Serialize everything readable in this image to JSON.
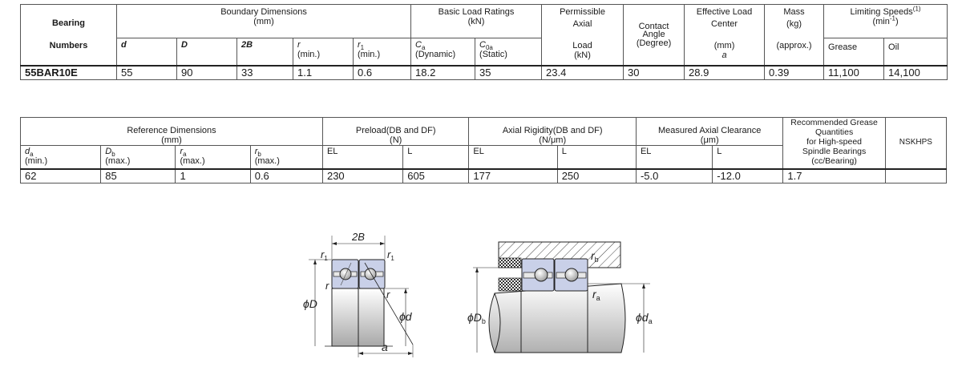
{
  "table1": {
    "headers": {
      "bearing_numbers_line1": "Bearing",
      "bearing_numbers_line2": "Numbers",
      "boundary_dimensions": "Boundary Dimensions",
      "boundary_unit": "(mm)",
      "d": "d",
      "D": "D",
      "2B": "2B",
      "r": "r",
      "r_min": "(min.)",
      "r1": "r",
      "r1_sub": "1",
      "r1_min": "(min.)",
      "basic_load_ratings": "Basic Load Ratings",
      "basic_load_unit": "(kN)",
      "ca": "C",
      "ca_sub": "a",
      "ca_note": "(Dynamic)",
      "c0a": "C",
      "c0a_sub": "0a",
      "c0a_note": "(Static)",
      "permissible_1": "Permissible",
      "permissible_2": "Axial",
      "permissible_3": "Load",
      "permissible_unit": "(kN)",
      "contact_angle_1": "Contact",
      "contact_angle_2": "Angle",
      "contact_angle_unit": "(Degree)",
      "effective_load_1": "Effective Load",
      "effective_load_2": "Center",
      "effective_load_unit": "(mm)",
      "effective_load_sym": "a",
      "mass": "Mass",
      "mass_unit": "(kg)",
      "mass_note": "(approx.)",
      "limiting_speeds": "Limiting Speeds",
      "limiting_speeds_sup": "(1)",
      "limiting_unit_pre": "(min",
      "limiting_unit_sup": "-1",
      "limiting_unit_post": ")",
      "grease": "Grease",
      "oil": "Oil"
    },
    "row": {
      "bearing_number": "55BAR10E",
      "d": "55",
      "D": "90",
      "2B": "33",
      "r": "1.1",
      "r1": "0.6",
      "ca": "18.2",
      "c0a": "35",
      "permissible_axial_load": "23.4",
      "contact_angle": "30",
      "effective_load_center": "28.9",
      "mass": "0.39",
      "grease": "11,100",
      "oil": "14,100"
    }
  },
  "table2": {
    "headers": {
      "reference_dimensions": "Reference Dimensions",
      "reference_unit": "(mm)",
      "da": "d",
      "da_sub": "a",
      "da_note": "(min.)",
      "Db": "D",
      "Db_sub": "b",
      "Db_note": "(max.)",
      "ra": "r",
      "ra_sub": "a",
      "ra_note": "(max.)",
      "rb": "r",
      "rb_sub": "b",
      "rb_note": "(max.)",
      "preload": "Preload(DB and DF)",
      "preload_unit": "(N)",
      "axial_rigidity": "Axial Rigidity(DB and DF)",
      "axial_rigidity_unit": "(N/μm)",
      "measured_clearance": "Measured Axial Clearance",
      "measured_unit": "(μm)",
      "el": "EL",
      "l": "L",
      "grease_qty_1": "Recommended Grease",
      "grease_qty_2": "Quantities",
      "grease_qty_3": "for High-speed",
      "grease_qty_4": "Spindle Bearings",
      "grease_qty_5": "(cc/Bearing)",
      "nskhps": "NSKHPS"
    },
    "row": {
      "da": "62",
      "Db": "85",
      "ra": "1",
      "rb": "0.6",
      "preload_el": "230",
      "preload_l": "605",
      "rigidity_el": "177",
      "rigidity_l": "250",
      "clearance_el": "-5.0",
      "clearance_l": "-12.0",
      "grease_qty": "1.7",
      "nskhps": ""
    }
  },
  "diagram_left": {
    "label_2B": "2B",
    "label_r1_left": "r",
    "label_r1_right": "r",
    "label_r1_sub": "1",
    "label_r_left": "r",
    "label_r_right": "r",
    "label_phiD": "ϕD",
    "label_phid": "ϕd",
    "label_a": "a"
  },
  "diagram_right": {
    "label_rb": "r",
    "label_rb_sub": "b",
    "label_ra": "r",
    "label_ra_sub": "a",
    "label_phiDb": "ϕD",
    "label_phiDb_sub": "b",
    "label_phida": "ϕd",
    "label_phida_sub": "a"
  }
}
